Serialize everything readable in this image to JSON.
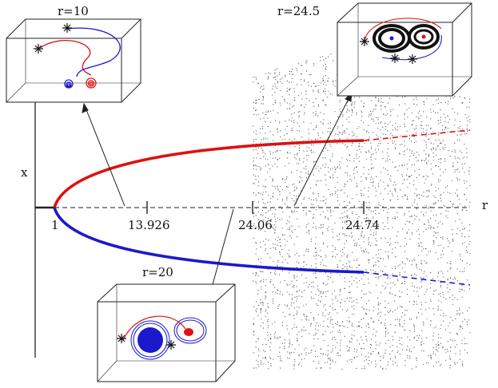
{
  "labels": {
    "y_axis": "x",
    "x_axis": "r",
    "tick_1": "1",
    "tick_2": "13.926",
    "tick_3": "24.06",
    "tick_4": "24.74"
  },
  "insets": {
    "r10": "r=10",
    "r20": "r=20",
    "r245": "r=24.5"
  },
  "colors": {
    "upper_branch": "#dd1111",
    "lower_branch": "#1a1acc",
    "axis": "#222222",
    "chaos_dots": "#222222"
  }
}
